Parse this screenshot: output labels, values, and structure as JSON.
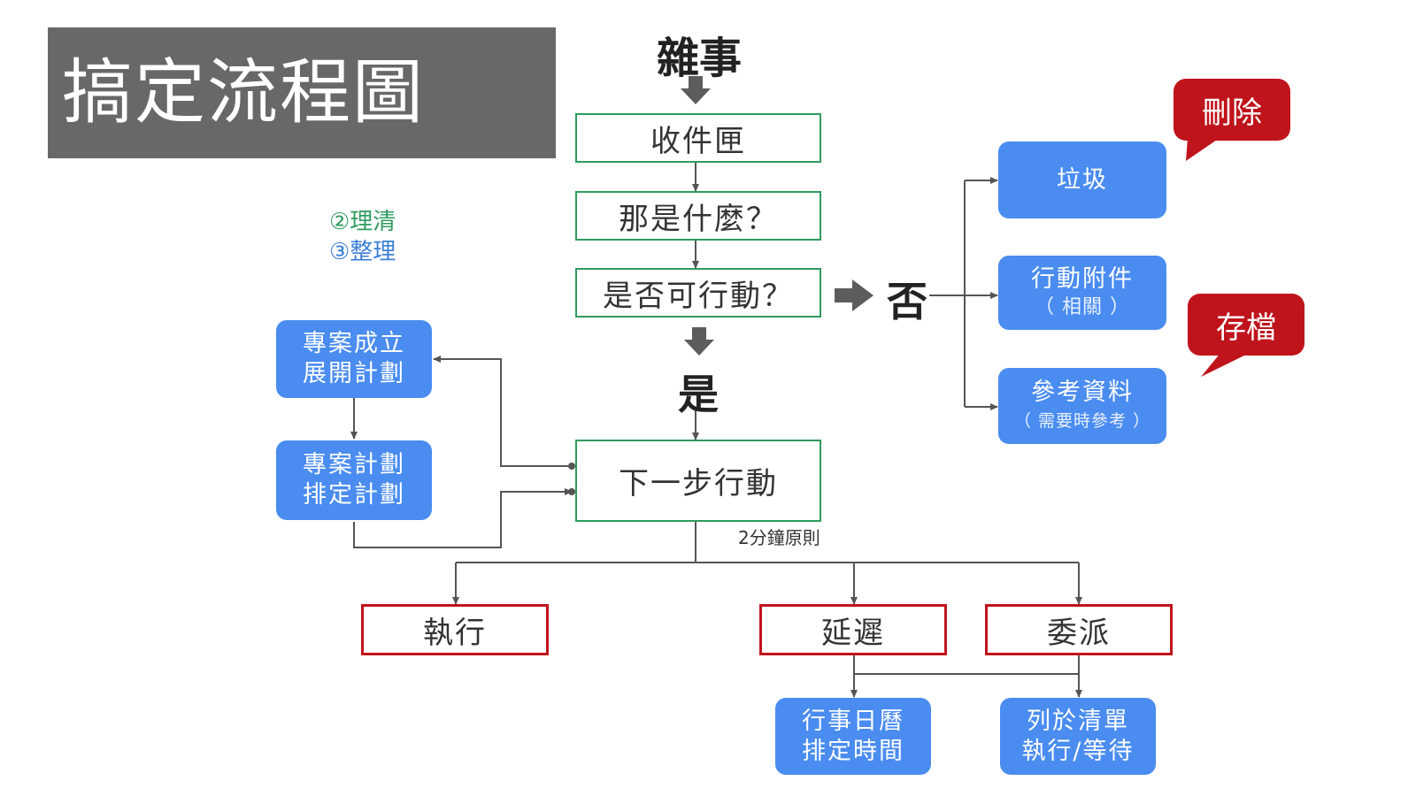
{
  "title": "搞定流程圖",
  "legend": {
    "clarify": "②理清",
    "organize": "③整理"
  },
  "flow": {
    "stuff": "雜事",
    "inbox": "收件匣",
    "what_is_it": "那是什麼？",
    "actionable": "是否可行動？",
    "no": "否",
    "yes": "是",
    "next_action": "下一步行動",
    "two_minute_rule": "2分鐘原則",
    "do": "執行",
    "defer": "延遲",
    "delegate": "委派"
  },
  "non_actionable": {
    "trash": "垃圾",
    "support": {
      "line1": "行動附件",
      "line2": "（ 相關 ）"
    },
    "reference": {
      "line1": "參考資料",
      "line2": "（ 需要時參考 ）"
    }
  },
  "tags": {
    "delete": "刪除",
    "archive": "存檔"
  },
  "projects": {
    "create": {
      "line1": "專案成立",
      "line2": "展開計劃"
    },
    "plan": {
      "line1": "專案計劃",
      "line2": "排定計劃"
    }
  },
  "outcomes": {
    "calendar": {
      "line1": "行事日曆",
      "line2": "排定時間"
    },
    "lists": {
      "line1": "列於清單",
      "line2": "執行/等待"
    }
  },
  "colors": {
    "title_bg": "#686868",
    "green_border": "#2e9b5e",
    "red_border": "#c0141c",
    "blue_fill": "#4a8cf0",
    "legend_green": "#2e9b5e",
    "legend_blue": "#3a7fd6"
  }
}
